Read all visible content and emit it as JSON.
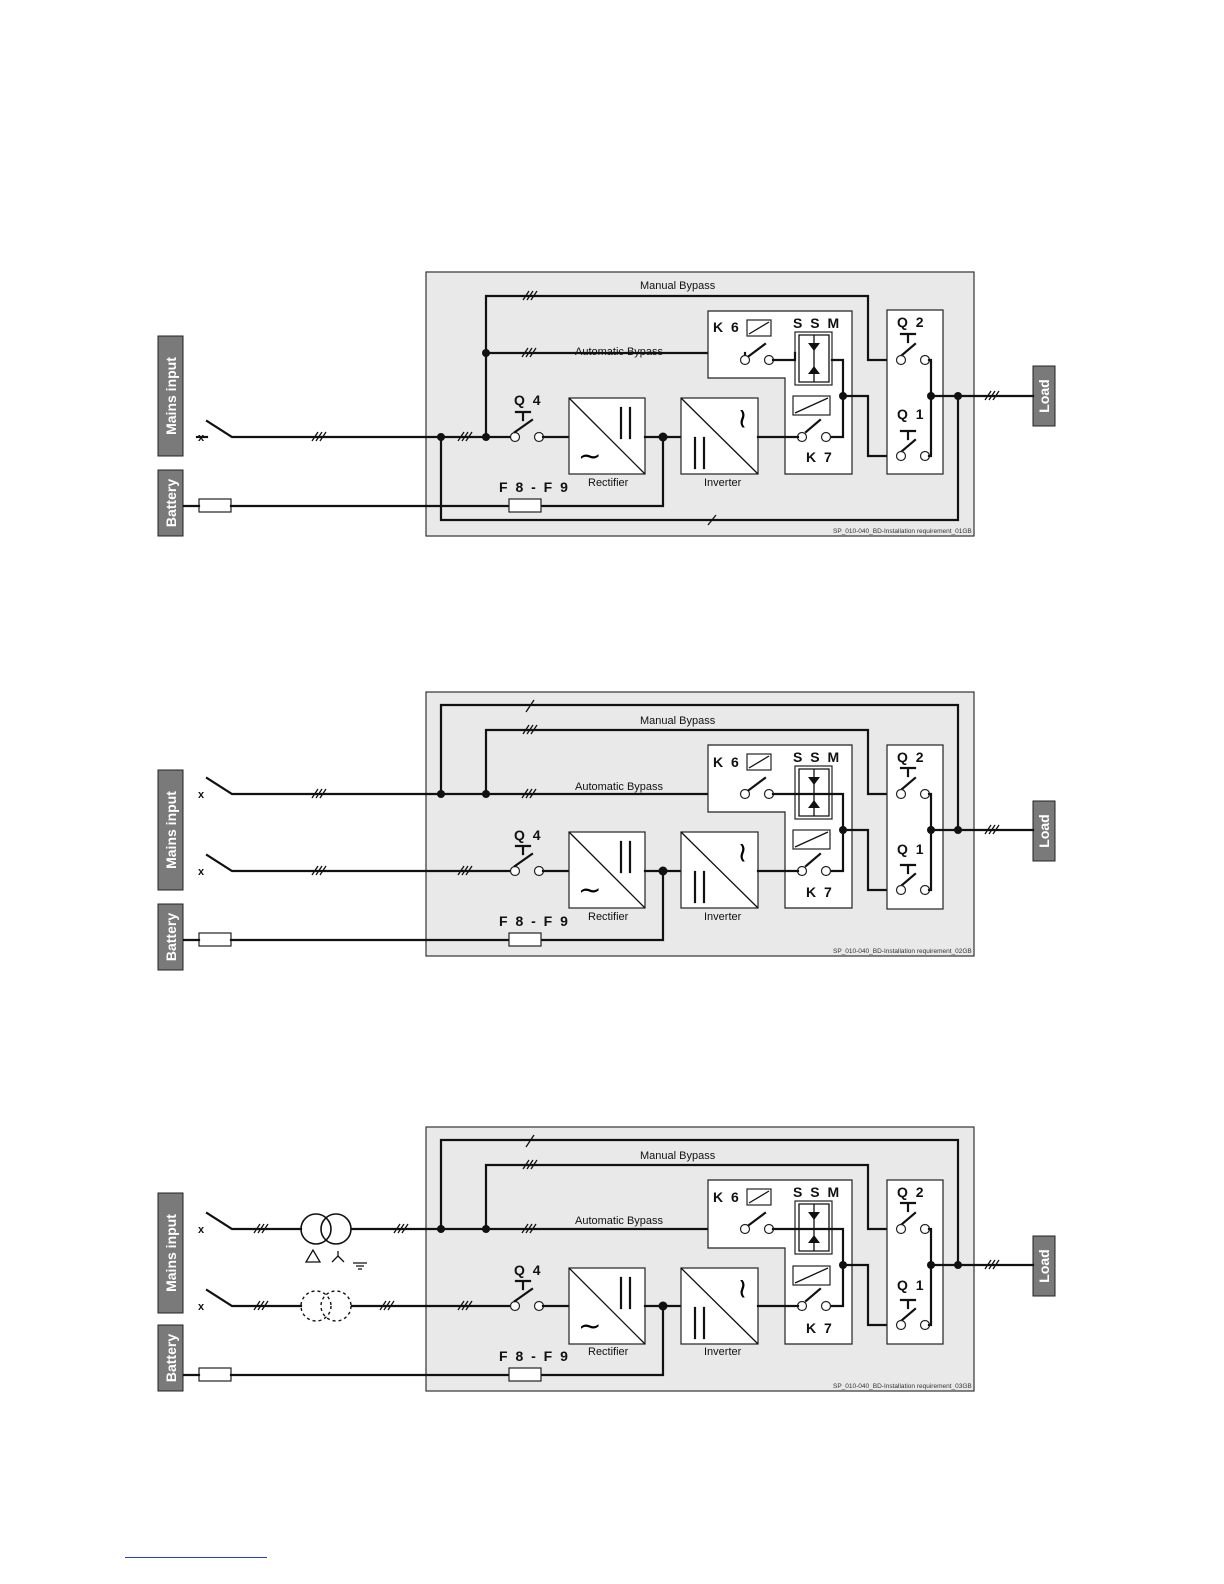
{
  "labels": {
    "manual_bypass": "Manual Bypass",
    "automatic_bypass": "Automatic Bypass",
    "rectifier": "Rectifier",
    "inverter": "Inverter",
    "mains_input": "Mains input",
    "battery": "Battery",
    "load": "Load",
    "q1": "Q 1",
    "q2": "Q 2",
    "q4": "Q 4",
    "k6": "K 6",
    "k7": "K 7",
    "ssm": "S S M",
    "fuses": "F 8 - F 9"
  },
  "diagrams": [
    {
      "id": "d1",
      "code": "SP_010-040_BD-Installation requirement_01GB"
    },
    {
      "id": "d2",
      "code": "SP_010-040_BD-Installation requirement_02GB"
    },
    {
      "id": "d3",
      "code": "SP_010-040_BD-Installation requirement_03GB"
    }
  ],
  "colors": {
    "enclosure": "#e9e9e9",
    "side_label": "#7a7a7a",
    "footnote_rule": "#2a3fd0"
  }
}
